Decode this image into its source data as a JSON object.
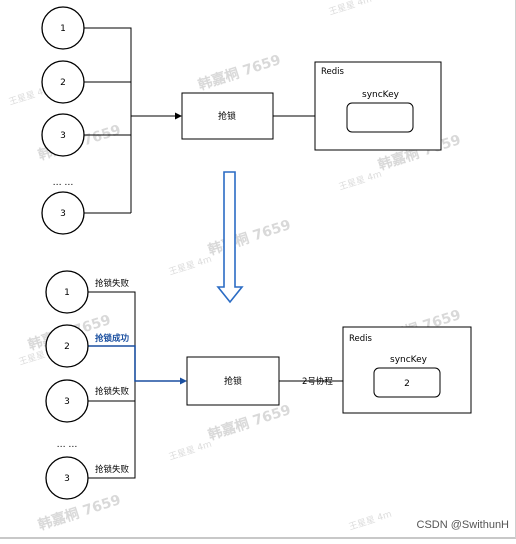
{
  "top": {
    "nodes": [
      "1",
      "2",
      "3",
      "… …",
      "3"
    ],
    "process_label": "抢锁",
    "redis_label": "Redis",
    "key_label": "syncKey",
    "key_value": ""
  },
  "bottom": {
    "nodes": [
      "1",
      "2",
      "3",
      "… …",
      "3"
    ],
    "edge_labels": [
      "抢锁失败",
      "抢锁成功",
      "抢锁失败",
      "抢锁失败"
    ],
    "process_label": "抢锁",
    "arrow_label": "2号协程",
    "redis_label": "Redis",
    "key_label": "syncKey",
    "key_value": "2"
  },
  "watermark": {
    "name": "韩嘉桐 7659",
    "sub": "王星星 4m"
  },
  "footer": "CSDN @SwithunH",
  "colors": {
    "highlight": "#1a4fa0",
    "arrow": "#2b6cc4"
  }
}
